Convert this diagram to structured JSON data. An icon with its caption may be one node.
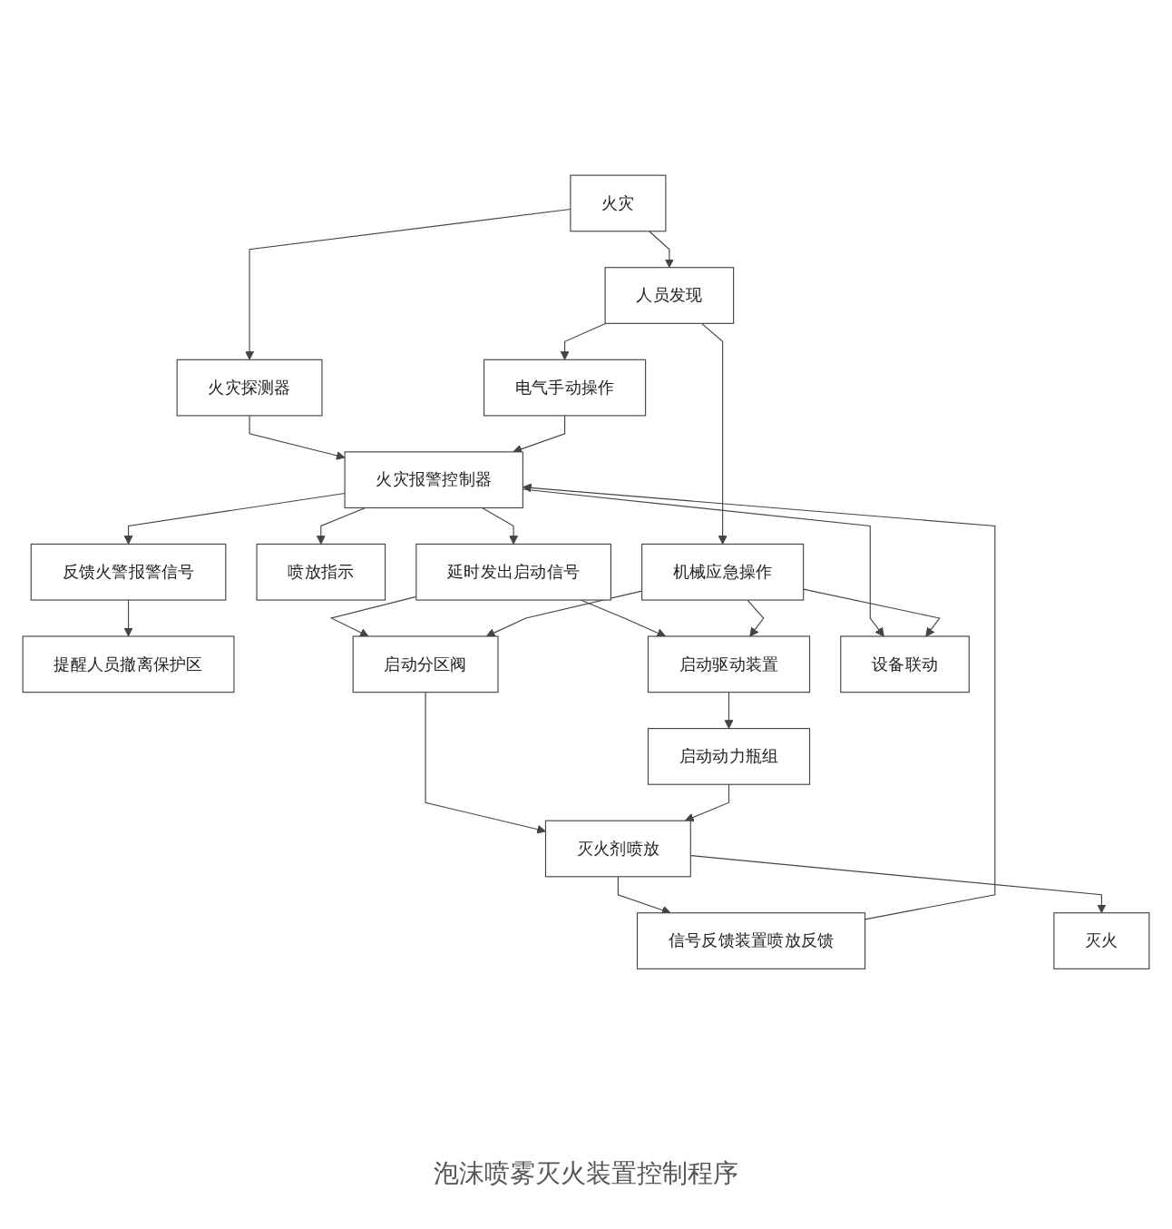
{
  "diagram": {
    "caption": "泡沫喷雾灭火装置控制程序",
    "nodes": [
      {
        "text": [
          "火灾"
        ]
      },
      {
        "text": [
          "火灾探测器"
        ]
      },
      {
        "text": [
          "电气手动操作"
        ]
      },
      {
        "text": [
          "人员发现"
        ]
      },
      {
        "text": [
          "火灾报警控制器"
        ]
      },
      {
        "text": [
          "机械应急操作"
        ]
      },
      {
        "text": [
          "反馈火警报警信号"
        ]
      },
      {
        "text": [
          "延时发出启动信号"
        ]
      },
      {
        "text": [
          "设备联动"
        ]
      },
      {
        "text": [
          "提醒人员撤离保护区"
        ]
      },
      {
        "text": [
          "启动分区阀"
        ]
      },
      {
        "text": [
          "启动驱动装置"
        ]
      },
      {
        "text": [
          "喷放指示"
        ]
      },
      {
        "text": [
          "启动动力瓶组"
        ]
      },
      {
        "text": [
          "信号反馈装置喷放反馈"
        ]
      },
      {
        "text": [
          "灭火剂喷放"
        ]
      },
      {
        "text": [
          "灭火"
        ]
      }
    ],
    "edges": [
      {
        "from": 0,
        "to": 1,
        "arrow": "to"
      },
      {
        "from": 0,
        "to": 3,
        "arrow": "to"
      },
      {
        "from": 3,
        "to": 2,
        "arrow": "to"
      },
      {
        "from": 1,
        "to": 4,
        "arrow": "to"
      },
      {
        "from": 2,
        "to": 4,
        "arrow": "to"
      },
      {
        "from": 3,
        "to": 5,
        "arrow": "to"
      },
      {
        "from": 4,
        "to": 6,
        "arrow": "to"
      },
      {
        "from": 4,
        "to": 12,
        "arrow": "to"
      },
      {
        "from": 14,
        "to": 4,
        "arrow": "to"
      },
      {
        "from": 4,
        "to": 7,
        "arrow": "to"
      },
      {
        "from": 4,
        "to": 8,
        "arrow": "to"
      },
      {
        "from": 5,
        "to": 8,
        "arrow": "to"
      },
      {
        "from": 6,
        "to": 9,
        "arrow": "to"
      },
      {
        "from": 7,
        "to": 10,
        "arrow": "to"
      },
      {
        "from": 7,
        "to": 11,
        "arrow": "to"
      },
      {
        "from": 5,
        "to": 10,
        "arrow": "to"
      },
      {
        "from": 5,
        "to": 11,
        "arrow": "to"
      },
      {
        "from": 11,
        "to": 13,
        "arrow": "to"
      },
      {
        "from": 10,
        "to": 15,
        "arrow": "to"
      },
      {
        "from": 13,
        "to": 15,
        "arrow": "to"
      },
      {
        "from": 15,
        "to": 14,
        "arrow": "to"
      },
      {
        "from": 15,
        "to": 16,
        "arrow": "to"
      }
    ]
  }
}
